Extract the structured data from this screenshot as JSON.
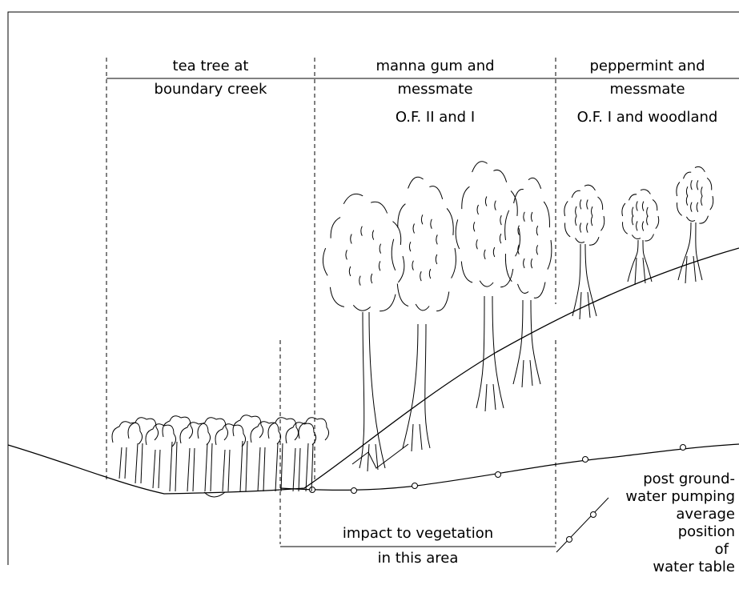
{
  "zones": [
    {
      "name_line1": "tea tree at",
      "name_line2": "boundary creek",
      "forest_type": ""
    },
    {
      "name_line1": "manna gum and",
      "name_line2": "messmate",
      "forest_type": "O.F. II and I"
    },
    {
      "name_line1": "peppermint and",
      "name_line2": "messmate",
      "forest_type": "O.F. I and woodland"
    }
  ],
  "impact": {
    "line1": "impact to vegetation",
    "line2": "in this area"
  },
  "legend": {
    "line1": "post ground-",
    "line2": "water pumping",
    "line3": "average",
    "line4": "position",
    "line5": "of",
    "line6": "water table"
  },
  "colors": {
    "ink": "#000000",
    "background": "#ffffff"
  }
}
